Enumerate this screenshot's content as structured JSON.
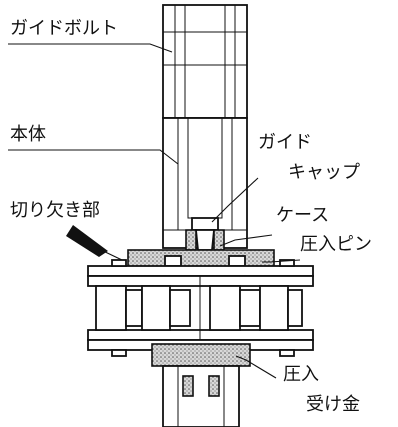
{
  "labels": {
    "guide_bolt": "ガイドボルト",
    "body": "本体",
    "guide_cap_line1": "ガイド",
    "guide_cap_line2": "キャップ",
    "notch": "切り欠き部",
    "case": "ケース",
    "press_pin": "圧入ピン",
    "press_receiver_line1": "圧入",
    "press_receiver_line2": "受け金"
  },
  "colors": {
    "line": "#111111",
    "background": "#ffffff",
    "hatch_fill": "#d8d8d8"
  }
}
